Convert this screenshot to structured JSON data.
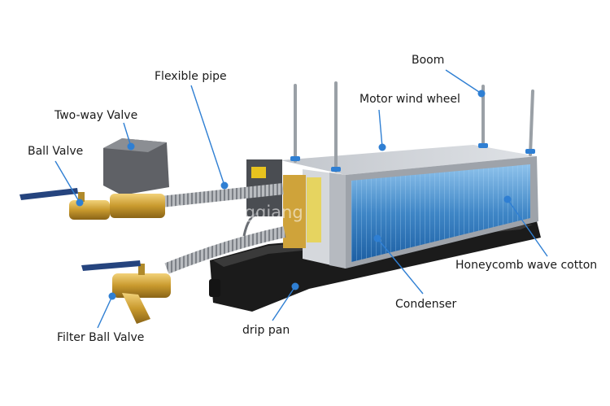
{
  "labels": {
    "boom": "Boom",
    "flexible_pipe": "Flexible pipe",
    "motor_wind_wheel": "Motor wind wheel",
    "two_way_valve": "Two-way Valve",
    "ball_valve": "Ball Valve",
    "honeycomb_wave_cotton": "Honeycomb wave cotton",
    "condenser": "Condenser",
    "drip_pan": "drip pan",
    "filter_ball_valve": "Filter Ball Valve"
  },
  "watermark": "dongjiangqiang",
  "colors": {
    "leader": "#2f7fd3",
    "coil": "#3f86c6",
    "casing": "#c9ccd1",
    "brass": "#c99a2e",
    "tray": "#1b1b1b"
  }
}
